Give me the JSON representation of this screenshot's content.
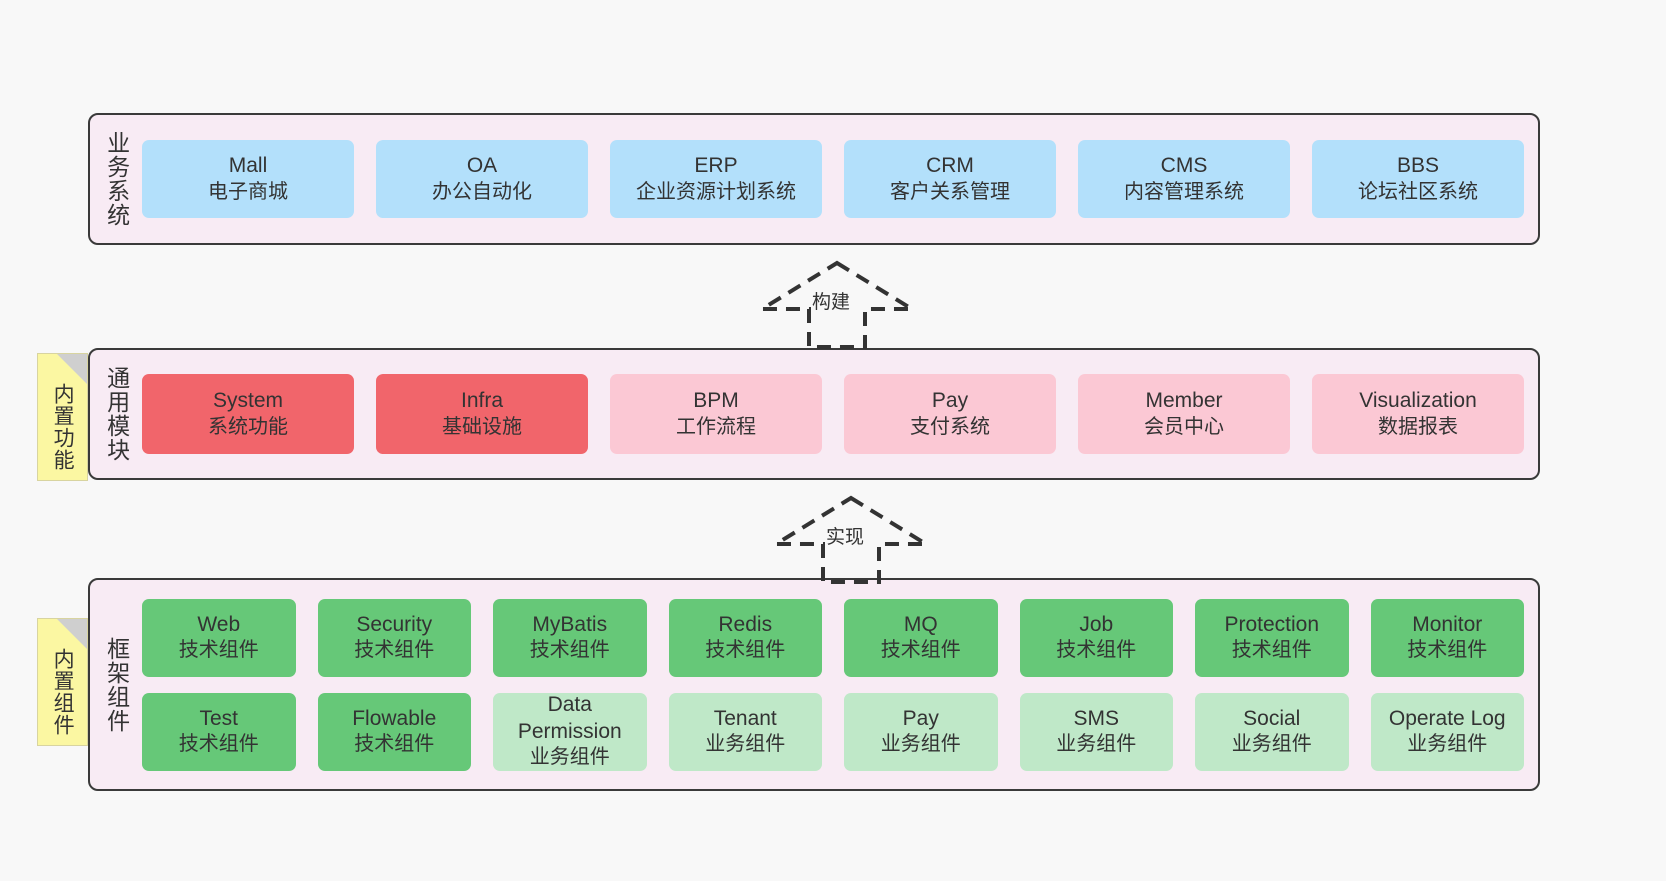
{
  "canvas": {
    "background": "#f8f8f8",
    "panel_fill": "#f8ebf4",
    "panel_border": "#3a3a3a"
  },
  "layers": [
    {
      "id": "business",
      "title": "业务系统",
      "box_color": "#b3e0fb",
      "rows": [
        {
          "items": [
            {
              "name": "Mall",
              "desc": "电子商城"
            },
            {
              "name": "OA",
              "desc": "办公自动化"
            },
            {
              "name": "ERP",
              "desc": "企业资源计划系统"
            },
            {
              "name": "CRM",
              "desc": "客户关系管理"
            },
            {
              "name": "CMS",
              "desc": "内容管理系统"
            },
            {
              "name": "BBS",
              "desc": "论坛社区系统"
            }
          ]
        }
      ]
    },
    {
      "id": "module",
      "title": "通用模块",
      "box_color_strong": "#f1656b",
      "box_color_soft": "#fbc8d4",
      "rows": [
        {
          "items": [
            {
              "name": "System",
              "desc": "系统功能",
              "emphasis": "strong"
            },
            {
              "name": "Infra",
              "desc": "基础设施",
              "emphasis": "strong"
            },
            {
              "name": "BPM",
              "desc": "工作流程",
              "emphasis": "soft"
            },
            {
              "name": "Pay",
              "desc": "支付系统",
              "emphasis": "soft"
            },
            {
              "name": "Member",
              "desc": "会员中心",
              "emphasis": "soft"
            },
            {
              "name": "Visualization",
              "desc": "数据报表",
              "emphasis": "soft"
            }
          ]
        }
      ]
    },
    {
      "id": "framework",
      "title": "框架组件",
      "box_color_strong": "#66c878",
      "box_color_soft": "#bfe8c8",
      "rows": [
        {
          "items": [
            {
              "name": "Web",
              "desc": "技术组件",
              "emphasis": "strong"
            },
            {
              "name": "Security",
              "desc": "技术组件",
              "emphasis": "strong"
            },
            {
              "name": "MyBatis",
              "desc": "技术组件",
              "emphasis": "strong"
            },
            {
              "name": "Redis",
              "desc": "技术组件",
              "emphasis": "strong"
            },
            {
              "name": "MQ",
              "desc": "技术组件",
              "emphasis": "strong"
            },
            {
              "name": "Job",
              "desc": "技术组件",
              "emphasis": "strong"
            },
            {
              "name": "Protection",
              "desc": "技术组件",
              "emphasis": "strong"
            },
            {
              "name": "Monitor",
              "desc": "技术组件",
              "emphasis": "strong"
            }
          ]
        },
        {
          "items": [
            {
              "name": "Test",
              "desc": "技术组件",
              "emphasis": "strong"
            },
            {
              "name": "Flowable",
              "desc": "技术组件",
              "emphasis": "strong"
            },
            {
              "name": "Data Permission",
              "desc": "业务组件",
              "emphasis": "soft"
            },
            {
              "name": "Tenant",
              "desc": "业务组件",
              "emphasis": "soft"
            },
            {
              "name": "Pay",
              "desc": "业务组件",
              "emphasis": "soft"
            },
            {
              "name": "SMS",
              "desc": "业务组件",
              "emphasis": "soft"
            },
            {
              "name": "Social",
              "desc": "业务组件",
              "emphasis": "soft"
            },
            {
              "name": "Operate Log",
              "desc": "业务组件",
              "emphasis": "soft"
            }
          ]
        }
      ]
    }
  ],
  "notes": [
    {
      "id": "note-builtin-function",
      "label": "内置功能",
      "color": "#fbf7a2"
    },
    {
      "id": "note-builtin-component",
      "label": "内置组件",
      "color": "#fbf7a2"
    }
  ],
  "connectors": [
    {
      "id": "connector-build",
      "label": "构建",
      "style": "dashed-hollow-arrow"
    },
    {
      "id": "connector-realize",
      "label": "实现",
      "style": "dashed-hollow-arrow"
    }
  ]
}
